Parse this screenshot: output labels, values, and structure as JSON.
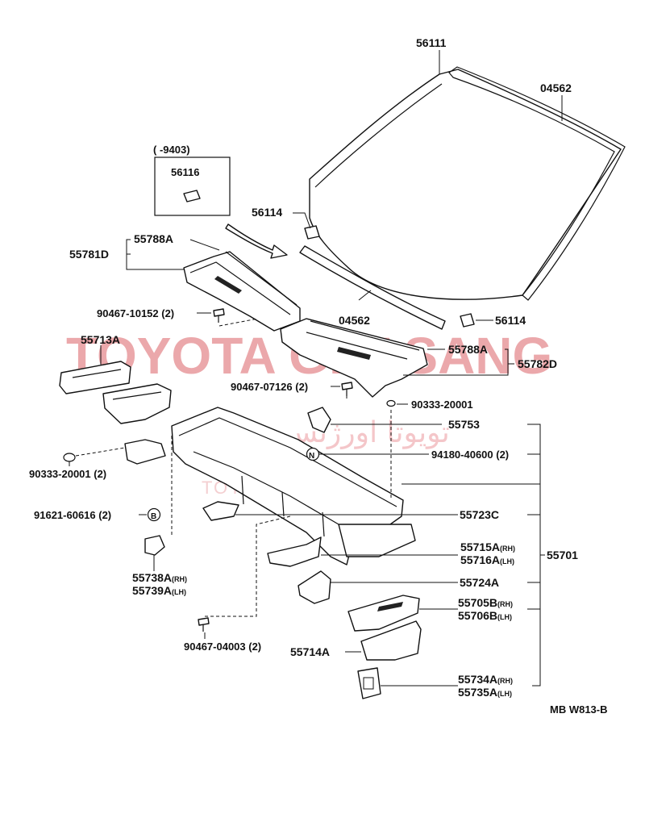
{
  "watermark": {
    "brand": "TOYOTA GHASANG",
    "arabic": "تويوتا اورژنس",
    "url": "TOYOTAPART.IR"
  },
  "diagram_code": "MB W813-B",
  "inset": {
    "range": "(      -9403)",
    "part": "56116"
  },
  "labels": {
    "windshield": "56111",
    "molding_top": "04562",
    "molding_bottom": "04562",
    "clip_left": "56114",
    "clip_right": "56114",
    "louver_lh_sub": "55788A",
    "louver_lh_assy": "55781D",
    "screw_a": "90467-10152 (2)",
    "louver_rh_sub": "55788A",
    "louver_rh_assy": "55782D",
    "bracket_lh": "55713A",
    "screw_b": "90467-07126 (2)",
    "plug_right": "90333-20001",
    "plug_left": "90333-20001 (2)",
    "part_55753": "55753",
    "nut": "94180-40600 (2)",
    "bolt": "91621-60616 (2)",
    "part_55723c": "55723C",
    "part_55715a": "55715A",
    "part_55716a": "55716A",
    "suffix_rh": "(RH)",
    "suffix_lh": "(LH)",
    "panel_assy": "55701",
    "part_55738a": "55738A",
    "part_55739a": "55739A",
    "part_55724a": "55724A",
    "part_55705b": "55705B",
    "part_55706b": "55706B",
    "screw_c": "90467-04003 (2)",
    "part_55714a": "55714A",
    "part_55734a": "55734A",
    "part_55735a": "55735A",
    "marker_n": "N",
    "marker_b": "B"
  }
}
